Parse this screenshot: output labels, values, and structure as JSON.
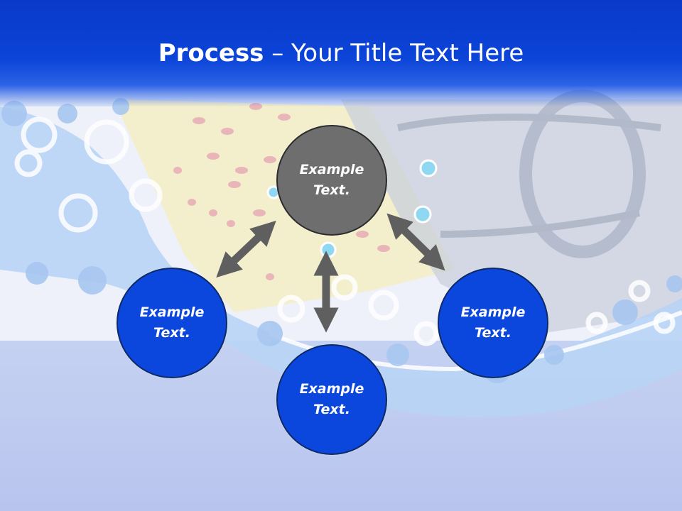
{
  "slide": {
    "title_bold": "Process",
    "title_rest": " – Your Title Text Here"
  },
  "nodes": {
    "top": "Example\nText.",
    "left": "Example\nText.",
    "bottom": "Example\nText.",
    "right": "Example\nText."
  },
  "colors": {
    "header_blue": "#0b44d8",
    "node_blue": "#0c47dd",
    "node_gray": "#6e6e6e",
    "arrow_gray": "#5f5f5f"
  }
}
